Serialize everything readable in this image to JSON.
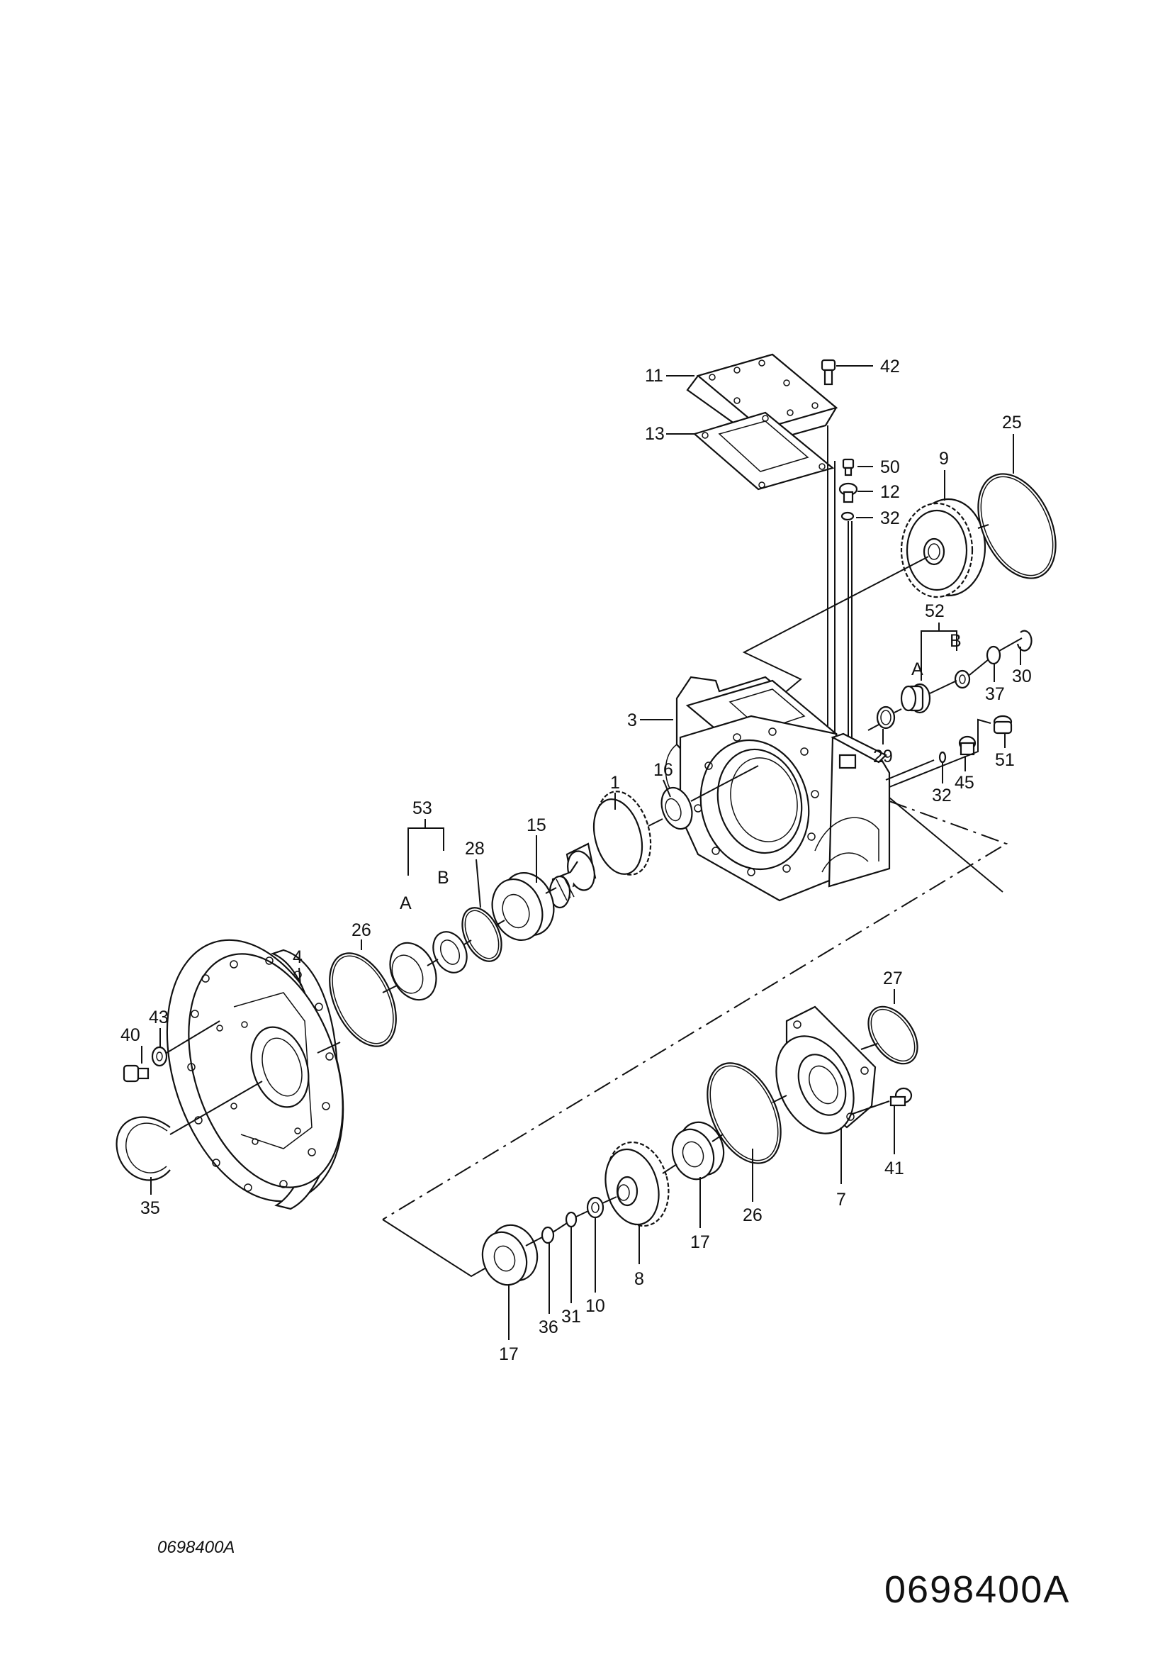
{
  "diagram": {
    "reference_small": "0698400A",
    "reference_large": "0698400A",
    "callouts": {
      "p1": "1",
      "p3": "3",
      "p4": "4",
      "p7": "7",
      "p8": "8",
      "p9": "9",
      "p10": "10",
      "p11": "11",
      "p12": "12",
      "p13": "13",
      "p15": "15",
      "p16": "16",
      "p17a": "17",
      "p17b": "17",
      "p25": "25",
      "p26a": "26",
      "p26b": "26",
      "p27": "27",
      "p28": "28",
      "p29": "29",
      "p30": "30",
      "p31": "31",
      "p32a": "32",
      "p32b": "32",
      "p35": "35",
      "p36": "36",
      "p37": "37",
      "p40": "40",
      "p41": "41",
      "p42": "42",
      "p43": "43",
      "p45": "45",
      "p50": "50",
      "p51": "51",
      "p52": "52",
      "p53": "53",
      "s52a": "A",
      "s52b": "B",
      "s53a": "A",
      "s53b": "B"
    }
  }
}
